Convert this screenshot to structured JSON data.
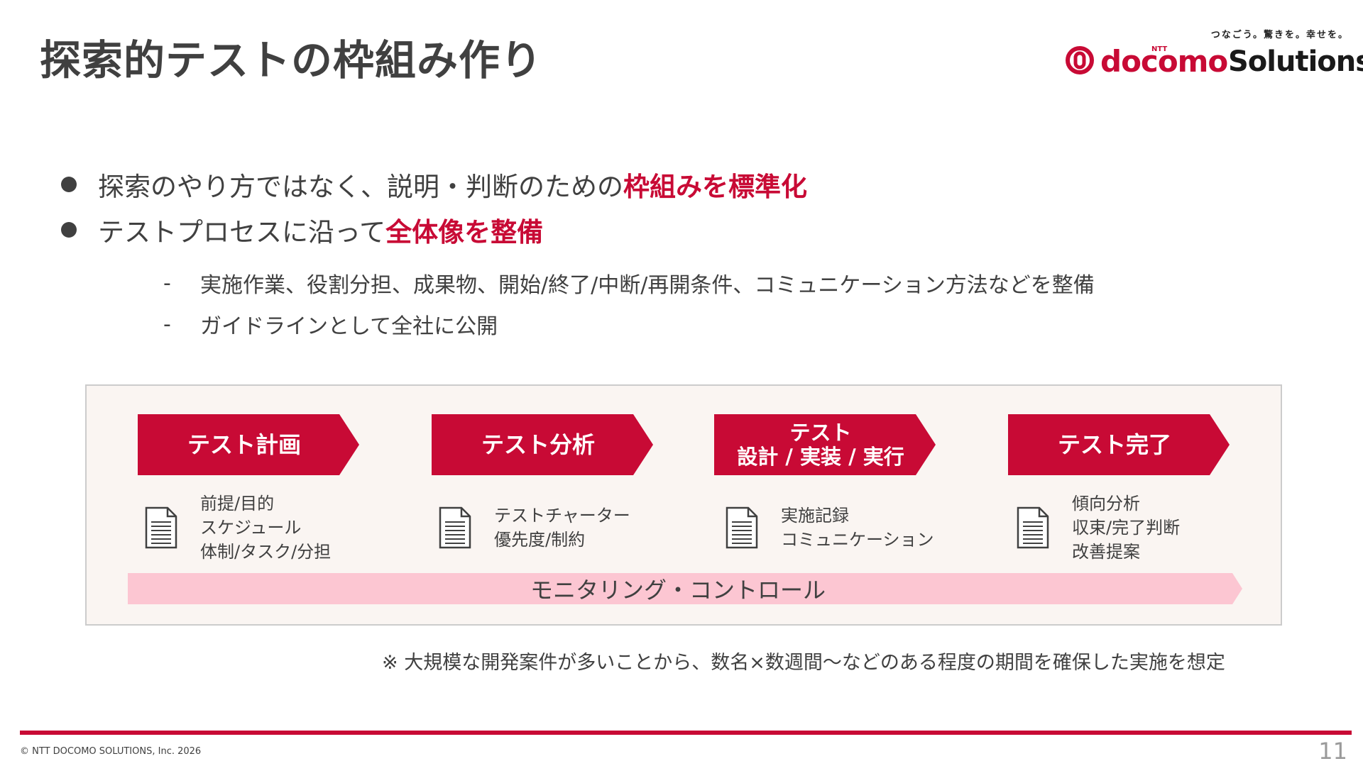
{
  "slide": {
    "title": "探索的テストの枠組み作り",
    "page_number": "11",
    "copyright": "© NTT DOCOMO SOLUTIONS, Inc. 2026",
    "note": "※ 大規模な開発案件が多いことから、数名×数週間～などのある程度の期間を確保した実施を想定"
  },
  "logo": {
    "tagline": "つなごう。驚きを。幸せを。",
    "ntt": "NTT",
    "brand": "docomo",
    "solutions": "Solutions"
  },
  "bullets": [
    {
      "text": "探索のやり方ではなく、説明・判断のための",
      "highlight": "枠組みを標準化"
    },
    {
      "text": "テストプロセスに沿って",
      "highlight": "全体像を整備"
    }
  ],
  "sub_bullets": [
    {
      "dash": "-",
      "text": "実施作業、役割分担、成果物、開始/終了/中断/再開条件、コミュニケーション方法などを整備"
    },
    {
      "dash": "-",
      "text": "ガイドラインとして全社に公開"
    }
  ],
  "phases": [
    {
      "lines": [
        "テスト計画"
      ],
      "deliverables": [
        "前提/目的",
        "スケジュール",
        "体制/タスク/分担"
      ]
    },
    {
      "lines": [
        "テスト分析"
      ],
      "deliverables": [
        "テストチャーター",
        "優先度/制約"
      ]
    },
    {
      "lines": [
        "テスト",
        "設計 / 実装 / 実行"
      ],
      "deliverables": [
        "実施記録",
        "コミュニケーション"
      ]
    },
    {
      "lines": [
        "テスト完了"
      ],
      "deliverables": [
        "傾向分析",
        "収束/完了判断",
        "改善提案"
      ]
    }
  ],
  "monitoring_label": "モニタリング・コントロール",
  "colors": {
    "accent": "#c80a35",
    "text": "#404040",
    "panel_bg": "#faf5f2",
    "monitor_bar": "#fcc6d2"
  },
  "icons": [
    "document-icon"
  ]
}
